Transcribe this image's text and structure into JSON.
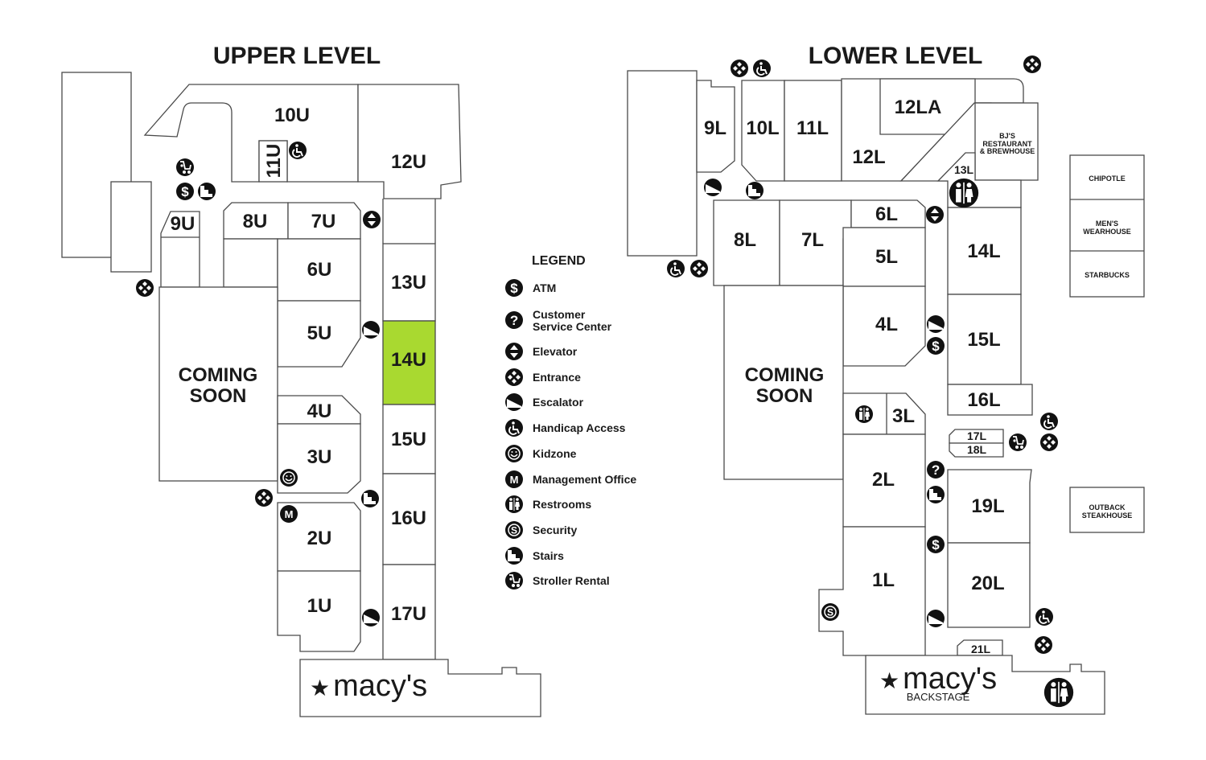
{
  "upper": {
    "title": "UPPER LEVEL",
    "units": {
      "u10": "10U",
      "u11": "11U",
      "u12": "12U",
      "u9": "9U",
      "u8": "8U",
      "u7": "7U",
      "u6": "6U",
      "u5": "5U",
      "u13": "13U",
      "u14": "14U",
      "u4": "4U",
      "u3": "3U",
      "u15": "15U",
      "u16": "16U",
      "u2": "2U",
      "u1": "1U",
      "u17": "17U"
    },
    "coming_soon": [
      "COMING",
      "SOON"
    ],
    "highlight_color": "#a9d930",
    "anchor": "macy's"
  },
  "lower": {
    "title": "LOWER LEVEL",
    "units": {
      "l9": "9L",
      "l10": "10L",
      "l11": "11L",
      "l12la": "12LA",
      "l12": "12L",
      "l13": "13L",
      "l6": "6L",
      "l8": "8L",
      "l7": "7L",
      "l5": "5L",
      "l14": "14L",
      "l4": "4L",
      "l15": "15L",
      "l16": "16L",
      "l3": "3L",
      "l17": "17L",
      "l18": "18L",
      "l2": "2L",
      "l19": "19L",
      "l1": "1L",
      "l20": "20L",
      "l21": "21L"
    },
    "bjs": [
      "BJ'S",
      "RESTAURANT",
      "& BREWHOUSE"
    ],
    "coming_soon": [
      "COMING",
      "SOON"
    ],
    "outparcels": {
      "chipotle": "CHIPOTLE",
      "mens": [
        "MEN'S",
        "WEARHOUSE"
      ],
      "starbucks": "STARBUCKS",
      "outback": [
        "OUTBACK",
        "STEAKHOUSE"
      ]
    },
    "anchor": "macy's",
    "anchor_sub": "BACKSTAGE"
  },
  "legend": {
    "title": "LEGEND",
    "items": [
      {
        "icon": "atm-icon",
        "label": "ATM"
      },
      {
        "icon": "customer-service-icon",
        "label": [
          "Customer",
          "Service Center"
        ]
      },
      {
        "icon": "elevator-icon",
        "label": "Elevator"
      },
      {
        "icon": "entrance-icon",
        "label": "Entrance"
      },
      {
        "icon": "escalator-icon",
        "label": "Escalator"
      },
      {
        "icon": "handicap-access-icon",
        "label": "Handicap Access"
      },
      {
        "icon": "kidzone-icon",
        "label": "Kidzone"
      },
      {
        "icon": "management-office-icon",
        "label": "Management Office"
      },
      {
        "icon": "restrooms-icon",
        "label": "Restrooms"
      },
      {
        "icon": "security-icon",
        "label": "Security"
      },
      {
        "icon": "stairs-icon",
        "label": "Stairs"
      },
      {
        "icon": "stroller-rental-icon",
        "label": "Stroller Rental"
      }
    ]
  }
}
